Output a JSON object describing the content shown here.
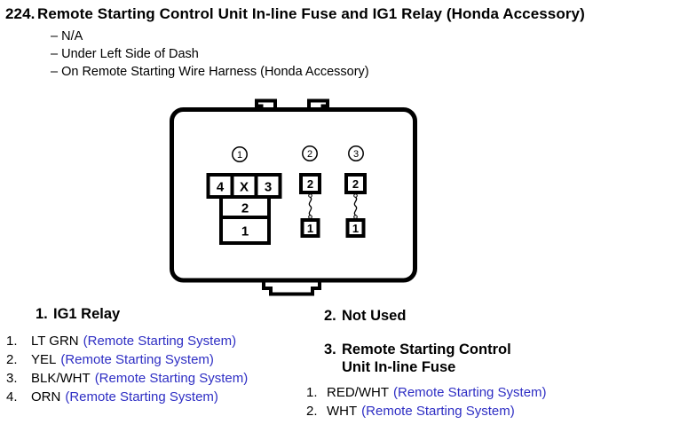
{
  "colors": {
    "ink": "#000000",
    "link_blue": "#2e2ec4",
    "background": "#ffffff"
  },
  "title": {
    "number": "224.",
    "text": "Remote Starting Control Unit In-line Fuse and IG1 Relay (Honda Accessory)"
  },
  "location_notes": [
    "– N/A",
    "– Under Left Side of Dash",
    "– On Remote Starting Wire Harness (Honda Accessory)"
  ],
  "diagram": {
    "callouts": [
      "1",
      "2",
      "3"
    ],
    "relay_connector": {
      "row1_cells": [
        "4",
        "X",
        "3"
      ],
      "row2_cell": "2",
      "row3_cell": "1"
    },
    "fuse_connector_2": {
      "top_cell": "2",
      "bottom_cell": "1"
    },
    "fuse_connector_3": {
      "top_cell": "2",
      "bottom_cell": "1"
    }
  },
  "section_relay": {
    "num": "1.",
    "title": "IG1 Relay",
    "pins": [
      {
        "n": "1.",
        "wire": "LT GRN",
        "sys": "(Remote Starting System)"
      },
      {
        "n": "2.",
        "wire": "YEL",
        "sys": "(Remote Starting System)"
      },
      {
        "n": "3.",
        "wire": "BLK/WHT",
        "sys": "(Remote Starting System)"
      },
      {
        "n": "4.",
        "wire": "ORN",
        "sys": "(Remote Starting System)"
      }
    ]
  },
  "section_not_used": {
    "num": "2.",
    "title": "Not Used"
  },
  "section_fuse": {
    "num": "3.",
    "title_line1": "Remote Starting Control",
    "title_line2": "Unit In-line Fuse",
    "pins": [
      {
        "n": "1.",
        "wire": "RED/WHT",
        "sys": "(Remote Starting System)"
      },
      {
        "n": "2.",
        "wire": "WHT",
        "sys": "(Remote Starting System)"
      }
    ]
  }
}
